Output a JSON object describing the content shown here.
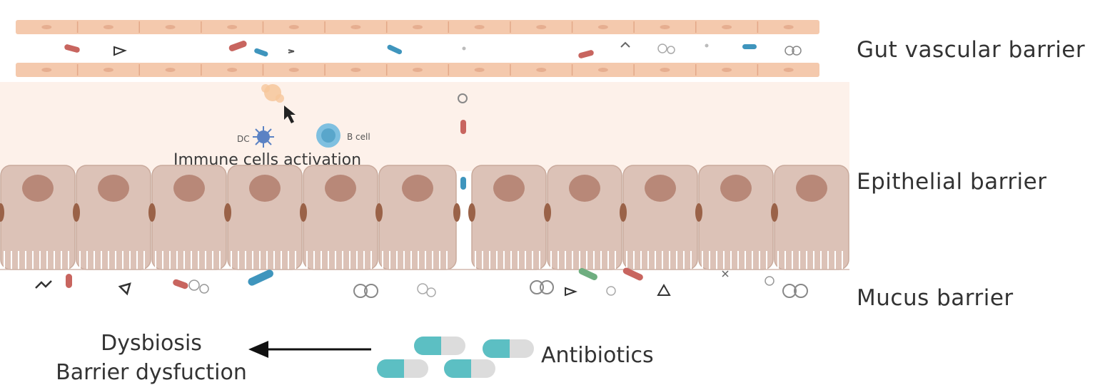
{
  "labels": {
    "gut_vascular_barrier": "Gut vascular barrier",
    "epithelial_barrier": "Epithelial barrier",
    "mucus_barrier": "Mucus barrier",
    "dc": "DC",
    "b_cell": "B cell",
    "immune_activation": "Immune cells activation",
    "dysbiosis": "Dysbiosis",
    "barrier_dysfunction": "Barrier dysfuction",
    "antibiotics": "Antibiotics"
  },
  "colors": {
    "vessel_wall": "#f4c9ad",
    "lamina_propria": "#fdf1ea",
    "epithelial_cell": "#dcc2b7",
    "nucleus": "#b88878",
    "junction": "#9a6248",
    "capsule_teal": "#5cbfc3",
    "capsule_grey": "#dcdcdc",
    "bacterium_red": "#c8655f",
    "bacterium_blue": "#3f95bd",
    "bacterium_green": "#6fae80",
    "dc_blue": "#5b82c4",
    "b_cell_blue": "#7fc0e0"
  },
  "icons": [
    "dendritic-cell-icon",
    "b-cell-icon",
    "capsule-icon",
    "bacterium-icon",
    "arrow-left-icon",
    "cursor-arrow-icon"
  ]
}
